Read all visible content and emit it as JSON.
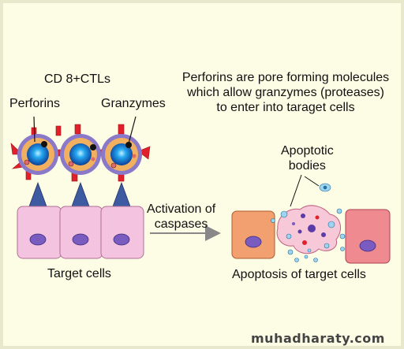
{
  "labels": {
    "cd8_ctls": "CD 8+CTLs",
    "perforins": "Perforins",
    "granzymes": "Granzymes",
    "description": "Perforins are pore forming molecules which allow granzymes (proteases) to enter into taraget cells",
    "description_lines": [
      "Perforins are pore forming molecules",
      "which allow granzymes (proteases)",
      "to enter into taraget cells"
    ],
    "apoptotic_bodies_line1": "Apoptotic",
    "apoptotic_bodies_line2": "bodies",
    "activation_line1": "Activation of",
    "activation_line2": "caspases",
    "target_cells": "Target cells",
    "apoptosis": "Apoptosis of target cells"
  },
  "watermark": "muhadharaty.com",
  "colors": {
    "background": "#fdfde6",
    "border": "#e8e8cc",
    "ctl_ring": "#f0b060",
    "ctl_outer": "#8a78c8",
    "nucleus_blue": "#1a8fe0",
    "receptor_red": "#e0202a",
    "triangle": "#3e5aa0",
    "target_pink": "#f3c3df",
    "target_nucleus": "#7a5cc0",
    "apoptotic_orange": "#f2a070",
    "dead_cell_red": "#ee8a90",
    "arrow": "#888888"
  }
}
